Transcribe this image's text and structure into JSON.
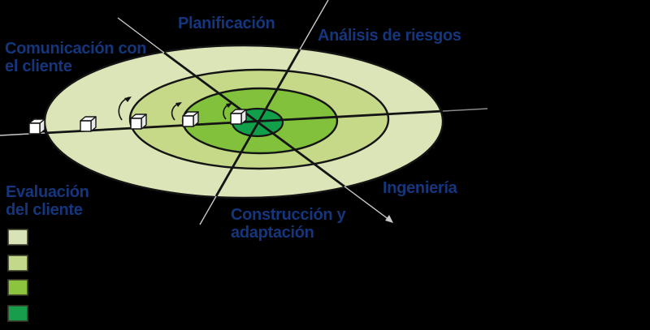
{
  "labels": {
    "planning": "Planificación",
    "risk_analysis": "Análisis de riesgos",
    "customer_communication": [
      "Comunicación con",
      "el cliente"
    ],
    "customer_evaluation": [
      "Evaluación",
      "del cliente"
    ],
    "construction_adaptation": [
      "Construcción y",
      "adaptación"
    ],
    "engineering": "Ingeniería"
  },
  "colors": {
    "background": "#000000",
    "label_text": "#15367d",
    "ring_outer": "#dbe5b7",
    "ring_second": "#c6d989",
    "ring_third": "#82c13c",
    "ring_center": "#129f4a",
    "outline": "#141414",
    "external_line": "#c9c9c9",
    "cube_face": "#ffffff",
    "cube_side": "#e8e8e8"
  },
  "legend": {
    "items": [
      {
        "color": "#d9e3b8"
      },
      {
        "color": "#c2d88b"
      },
      {
        "color": "#8cc440"
      },
      {
        "color": "#179d4b"
      }
    ]
  }
}
